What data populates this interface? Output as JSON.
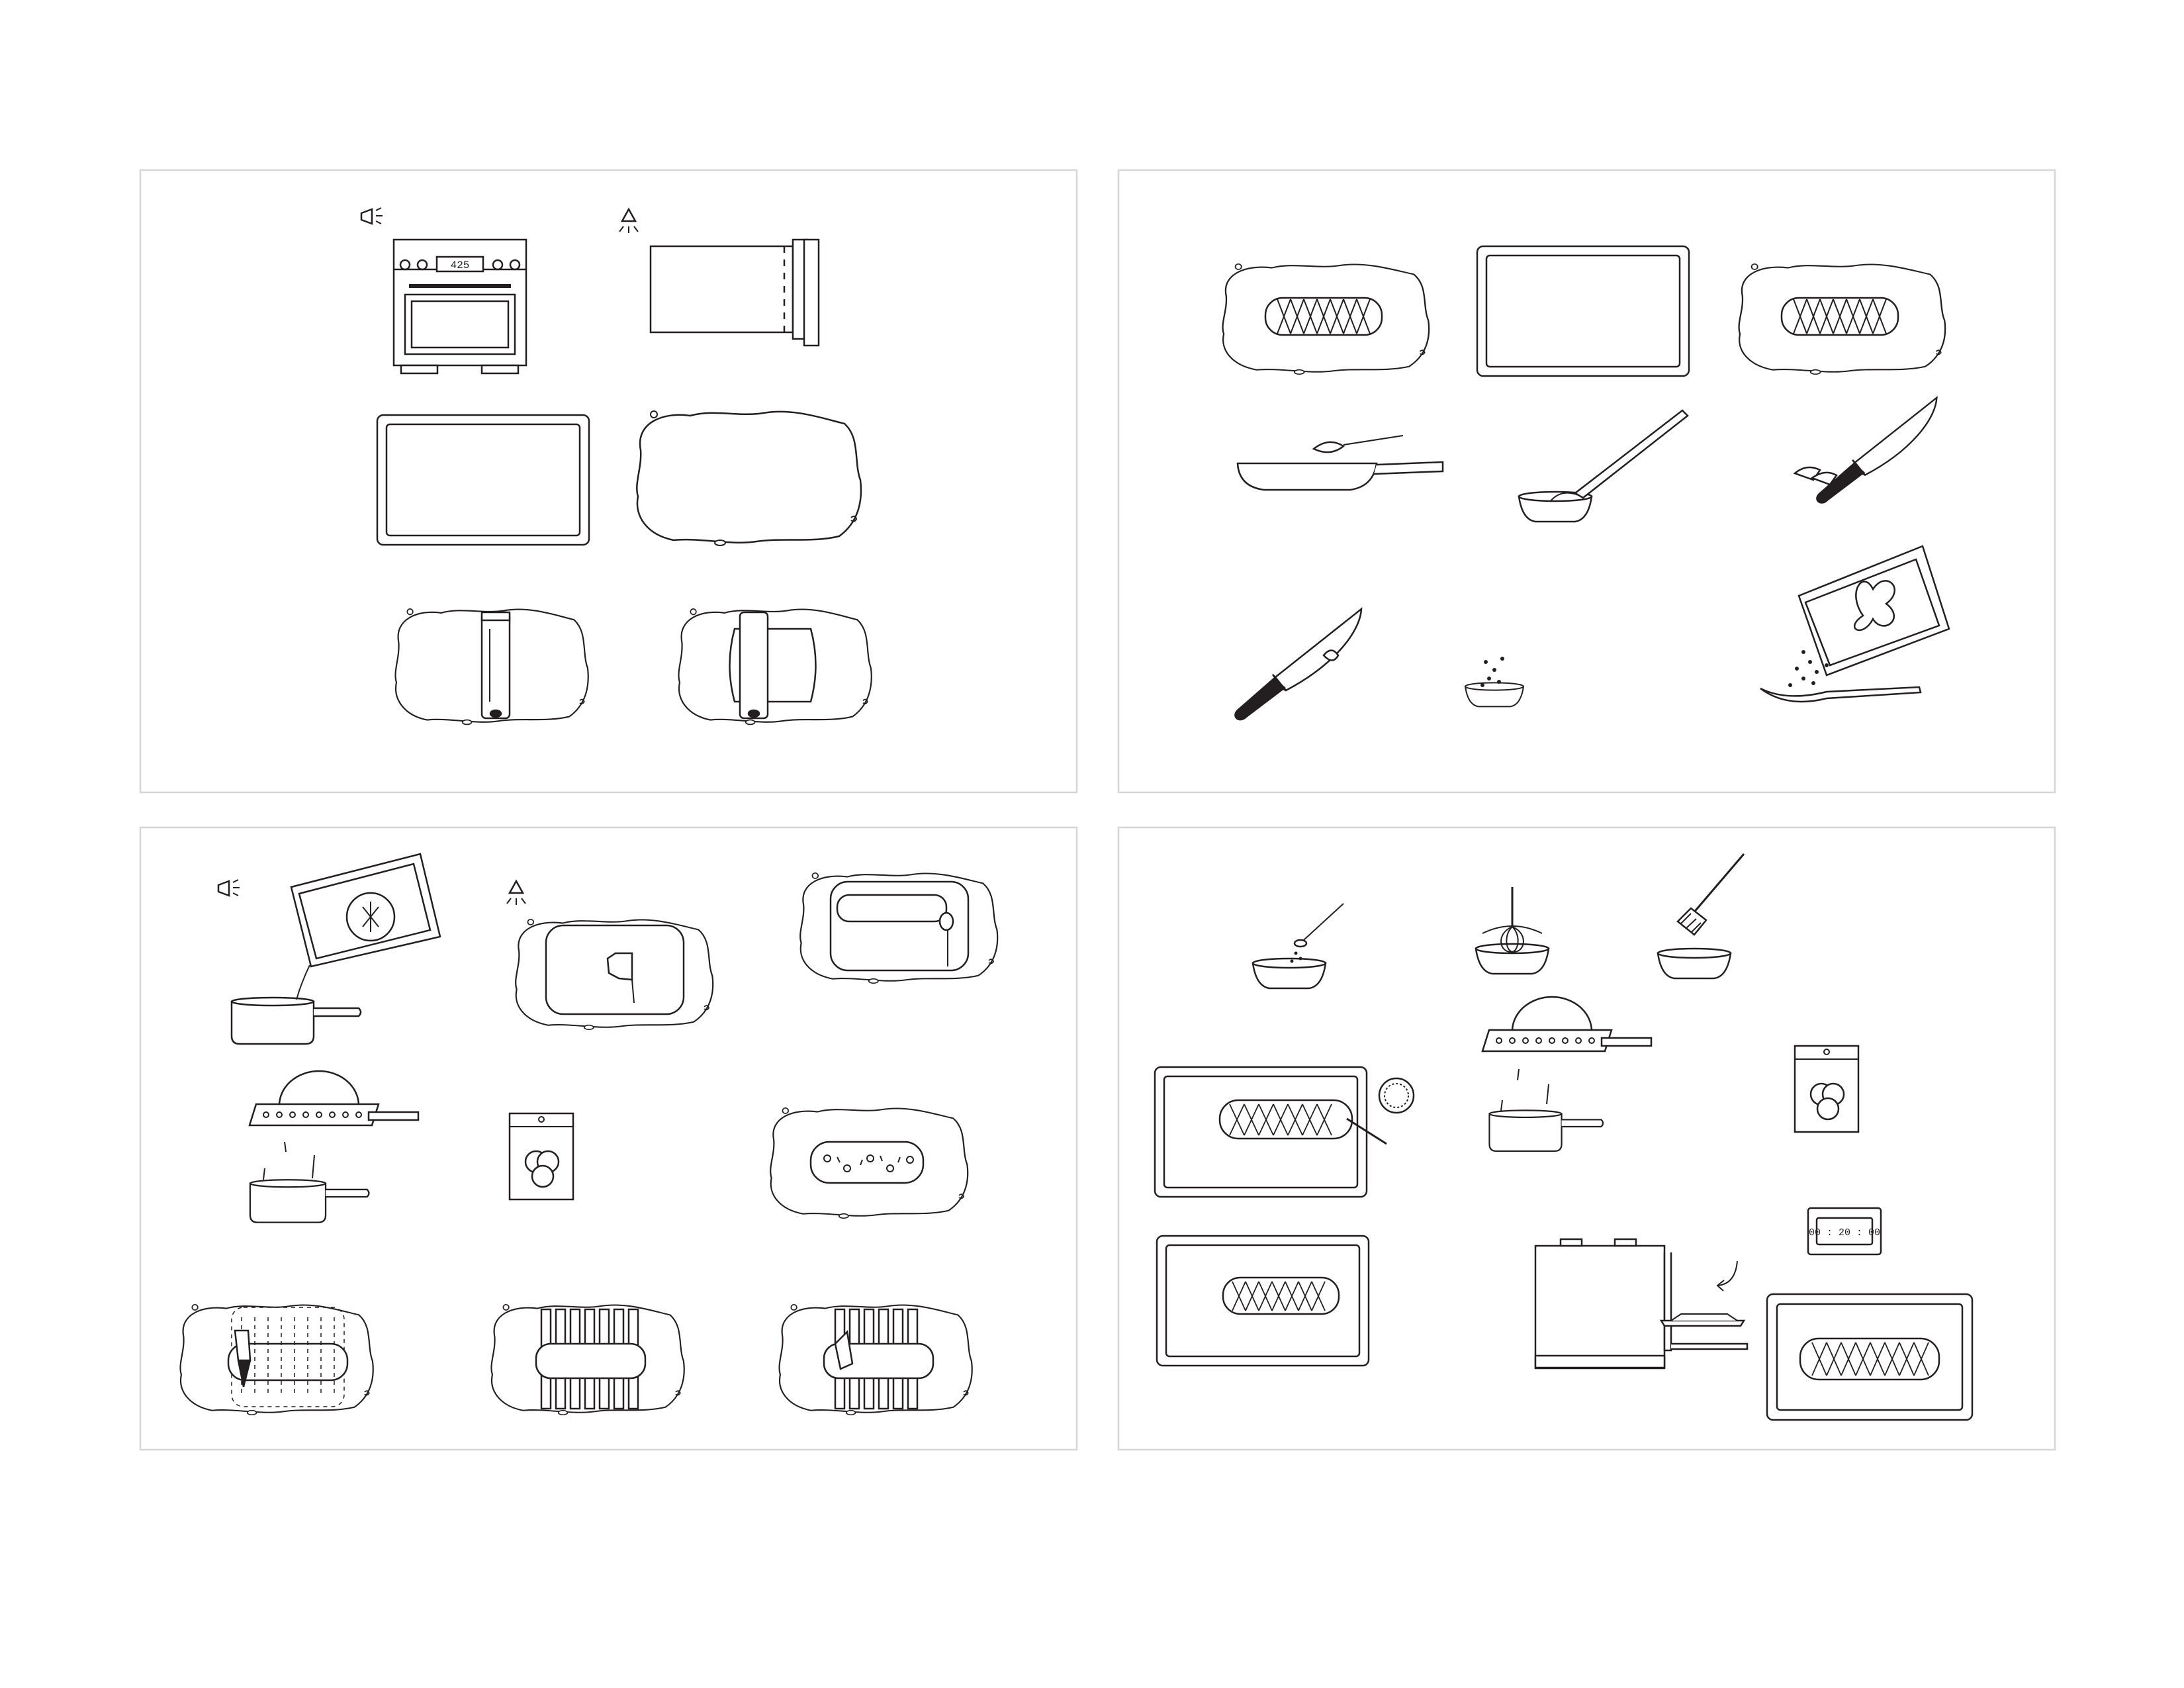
{
  "colors": {
    "stroke": "#231f20",
    "panel_border": "#d6d6d6",
    "background": "#ffffff"
  },
  "oven_display": "425",
  "timer_display": "00 : 20 : 00",
  "panels": [
    {
      "name": "prep-panel",
      "steps": [
        "oven-preheat",
        "parchment-roll",
        "baking-sheet",
        "parchment-sheet",
        "dough-rolling",
        "dough-rolled"
      ]
    },
    {
      "name": "ingredients-panel",
      "steps": [
        "braided-loaf",
        "baking-sheet",
        "braided-loaf",
        "skillet-spoon",
        "skillet-pour",
        "knife-slice",
        "knife-chop",
        "knife-bowl",
        "herb-packet"
      ]
    },
    {
      "name": "filling-panel",
      "steps": [
        "sauce-pour",
        "sauce-spread",
        "sauce-spread-edge",
        "cheese-grater",
        "cheese-bag",
        "filling-layer",
        "cut-strips",
        "strips-cut",
        "strips-fold"
      ]
    },
    {
      "name": "bake-panel",
      "steps": [
        "season-bowl",
        "whisk-bowl",
        "brush-bowl",
        "egg-wash",
        "grate-topping",
        "cheese-bag",
        "ready-sheet",
        "oven-insert",
        "timer",
        "baked-braid"
      ]
    }
  ]
}
